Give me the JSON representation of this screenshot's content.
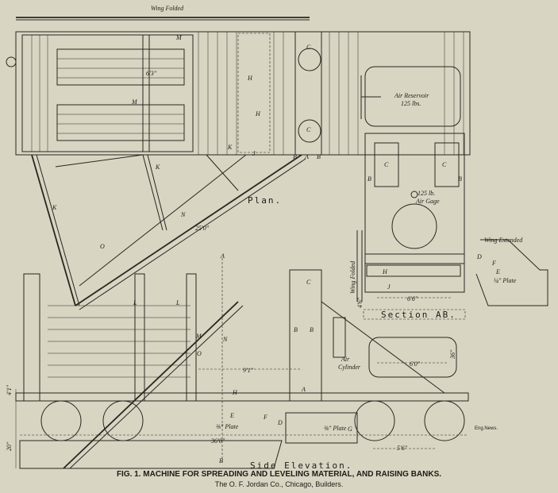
{
  "figure": {
    "caption": "FIG. 1. MACHINE FOR SPREADING AND LEVELING MATERIAL, AND RAISING BANKS.",
    "credit": "The O. F. Jordan Co., Chicago, Builders.",
    "credit_mark": "Eng.News."
  },
  "plan": {
    "title": "Plan.",
    "wing_folded": "Wing Folded",
    "air_reservoir": "Air Reservoir",
    "air_reservoir_pressure": "125 lbs.",
    "dim_width": "6'3\"",
    "dim_boom": "25'0\"",
    "labels": {
      "M1": "M",
      "M2": "M",
      "H1": "H",
      "H2": "H",
      "C1": "C",
      "C2": "C",
      "B1": "B",
      "A": "A",
      "B2": "B",
      "K1": "K",
      "K2": "K",
      "K3": "K",
      "J": "J",
      "N": "N",
      "O": "O"
    }
  },
  "section": {
    "title": "Section AB.",
    "gage": "125 lb.",
    "gage_label": "Air Gage",
    "wing_extended": "Wing Extended",
    "wing_folded": "Wing Folded",
    "plate": "¼\" Plate",
    "dim_width": "6'6\"",
    "dim_side": "4'6\"",
    "labels": {
      "C1": "C",
      "C2": "C",
      "B1": "B",
      "B2": "B",
      "D": "D",
      "F": "F",
      "E": "E",
      "H": "H",
      "J": "J"
    }
  },
  "elevation": {
    "title": "Side Elevation.",
    "air_cylinder": "Air",
    "air_cylinder2": "Cylinder",
    "plate1": "⅜\" Plate",
    "plate2": "⅜\" Plate",
    "dim_length": "36'0\"",
    "dim_91": "9'1\"",
    "dim_60": "6'0\"",
    "dim_36": "36\"",
    "dim_41": "4'1\"",
    "dim_20": "20\"",
    "dim_56": "5'6\"",
    "labels": {
      "A_top": "A",
      "B_bottom": "B",
      "L1": "L",
      "L2": "L",
      "C": "C",
      "B1": "B",
      "B2": "B",
      "M": "M",
      "N": "N",
      "O": "O",
      "H": "H",
      "A": "A",
      "E": "E",
      "F": "F",
      "D": "D",
      "G": "G"
    }
  }
}
